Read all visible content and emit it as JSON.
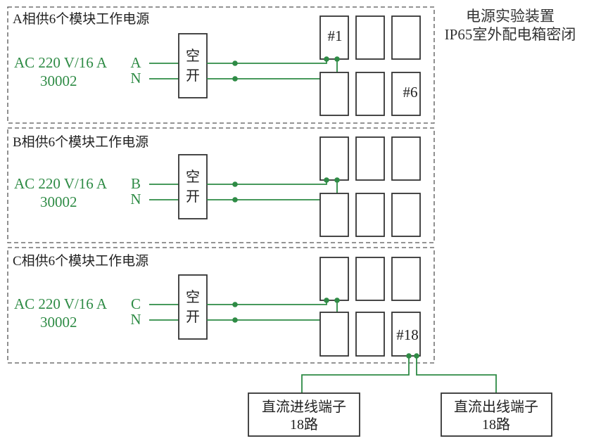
{
  "header": {
    "line1": "电源实验装置",
    "line2": "IP65室外配电箱密闭"
  },
  "colors": {
    "wire": "#2e8b45",
    "border": "#333333",
    "dashed": "#555555"
  },
  "sections": [
    {
      "title": "A相供6个模块工作电源",
      "supply": "AC 220 V/16 A",
      "code": "30002",
      "phase_label": "A",
      "neutral_label": "N",
      "breaker_line1": "空",
      "breaker_line2": "开",
      "modules": [
        "#1",
        "",
        "",
        "",
        "",
        "#6"
      ]
    },
    {
      "title": "B相供6个模块工作电源",
      "supply": "AC 220 V/16 A",
      "code": "30002",
      "phase_label": "B",
      "neutral_label": "N",
      "breaker_line1": "空",
      "breaker_line2": "开",
      "modules": [
        "",
        "",
        "",
        "",
        "",
        ""
      ]
    },
    {
      "title": "C相供6个模块工作电源",
      "supply": "AC 220 V/16 A",
      "code": "30002",
      "phase_label": "C",
      "neutral_label": "N",
      "breaker_line1": "空",
      "breaker_line2": "开",
      "modules": [
        "",
        "",
        "",
        "",
        "",
        "#18"
      ]
    }
  ],
  "terminals": {
    "input": {
      "line1": "直流进线端子",
      "line2": "18路"
    },
    "output": {
      "line1": "直流出线端子",
      "line2": "18路"
    }
  }
}
